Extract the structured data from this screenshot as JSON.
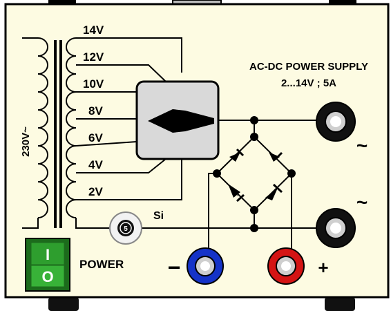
{
  "panel": {
    "title_line1": "AC-DC POWER SUPPLY",
    "title_line2": "2...14V ; 5A",
    "mains_label": "230V~",
    "fuse_label": "Si",
    "fuse_value": "5",
    "power_label": "POWER",
    "switch_on": "I",
    "switch_off": "O",
    "minus_sign": "−",
    "plus_sign": "+",
    "ac_symbol_top": "~",
    "ac_symbol_bottom": "~"
  },
  "taps": [
    "14V",
    "12V",
    "10V",
    "8V",
    "6V",
    "4V",
    "2V"
  ],
  "colors": {
    "panel": "#fdfbe2",
    "selector_body": "#d9d9d9",
    "switch_green": "#2e9e2e",
    "switch_dark": "#1c6b1c",
    "terminal_black": "#111111",
    "terminal_blue": "#1533c8",
    "terminal_red": "#d41414",
    "wire": "#000000"
  }
}
